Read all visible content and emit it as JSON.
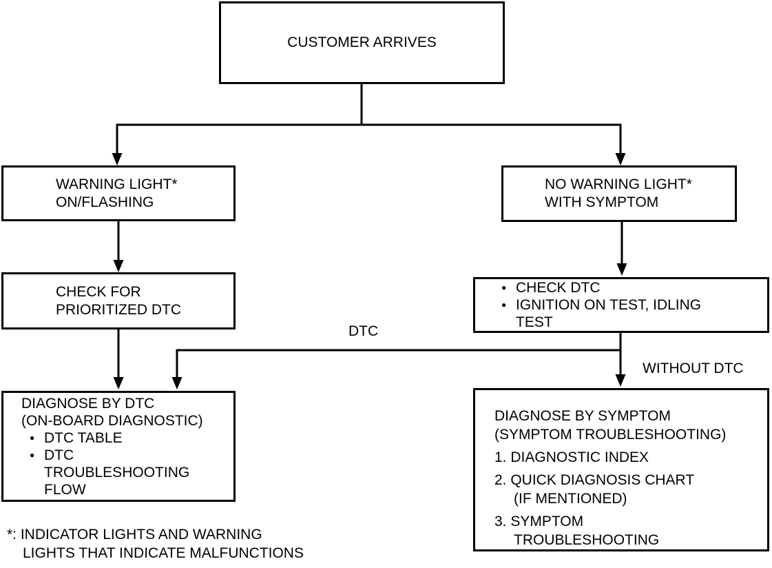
{
  "flowchart": {
    "nodes": {
      "customer_arrives": {
        "line1": "CUSTOMER ARRIVES"
      },
      "warning_light": {
        "line1": "WARNING LIGHT*",
        "line2": "ON/FLASHING"
      },
      "check_prioritized_dtc": {
        "line1": "CHECK FOR",
        "line2": "PRIORITIZED DTC"
      },
      "diagnose_by_dtc": {
        "line1": "DIAGNOSE BY DTC",
        "line2": "(ON-BOARD DIAGNOSTIC)",
        "bullet1": "DTC TABLE",
        "bullet2_line1": "DTC",
        "bullet2_line2": "TROUBLESHOOTING",
        "bullet2_line3": "FLOW"
      },
      "no_warning_light": {
        "line1": "NO WARNING LIGHT*",
        "line2": "WITH SYMPTOM"
      },
      "check_dtc": {
        "bullet1": "CHECK DTC",
        "bullet2_line1": "IGNITION ON TEST, IDLING",
        "bullet2_line2": "TEST"
      },
      "diagnose_by_symptom": {
        "line1": "DIAGNOSE BY SYMPTOM",
        "line2": "(SYMPTOM TROUBLESHOOTING)",
        "item1": "1. DIAGNOSTIC INDEX",
        "item2_line1": "2. QUICK DIAGNOSIS CHART",
        "item2_line2": "(IF MENTIONED)",
        "item3_line1": "3. SYMPTOM",
        "item3_line2": "TROUBLESHOOTING"
      }
    },
    "edge_labels": {
      "dtc": "DTC",
      "without_dtc": "WITHOUT DTC"
    },
    "footnote": {
      "line1": "*: INDICATOR LIGHTS AND WARNING",
      "line2": "LIGHTS THAT INDICATE MALFUNCTIONS"
    }
  },
  "glyphs": {
    "bullet": "●"
  },
  "colors": {
    "line": "#000000",
    "text": "#000000",
    "background": "#ffffff"
  }
}
